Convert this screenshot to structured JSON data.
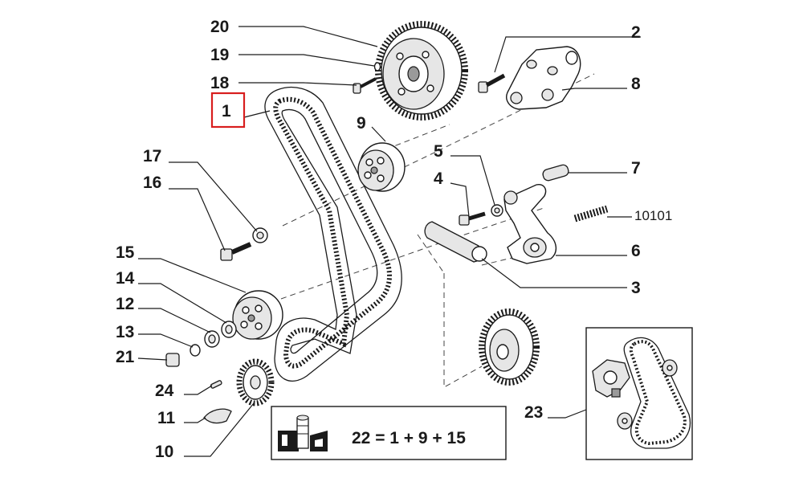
{
  "callouts": [
    {
      "number": "20"
    },
    {
      "number": "2"
    },
    {
      "number": "19"
    },
    {
      "number": "18"
    },
    {
      "number": "8"
    },
    {
      "number": "1",
      "highlight_color": "#d81e1e"
    },
    {
      "number": "9"
    },
    {
      "number": "17"
    },
    {
      "number": "5"
    },
    {
      "number": "7"
    },
    {
      "number": "16"
    },
    {
      "number": "4"
    },
    {
      "number": "10101"
    },
    {
      "number": "15"
    },
    {
      "number": "6"
    },
    {
      "number": "14"
    },
    {
      "number": "3"
    },
    {
      "number": "12"
    },
    {
      "number": "13"
    },
    {
      "number": "21"
    },
    {
      "number": "24"
    },
    {
      "number": "23"
    },
    {
      "number": "11"
    },
    {
      "number": "10"
    }
  ],
  "kit_box": {
    "formula": "22 = 1 + 9 + 15",
    "icon": "parts-kit-icon"
  },
  "inset": {
    "icon": "belt-assembly-icon"
  },
  "colors": {
    "highlight": "#d81e1e",
    "line": "#1a1a1a"
  }
}
